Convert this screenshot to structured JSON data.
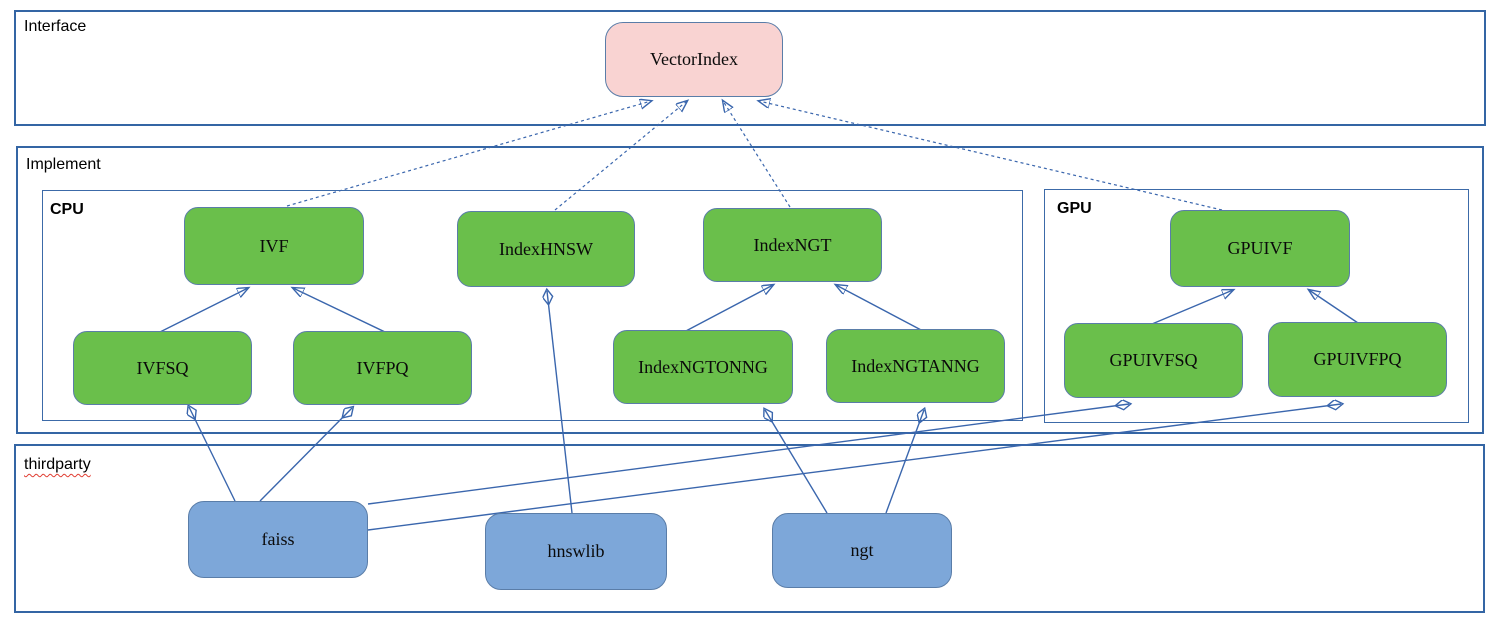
{
  "containers": {
    "interface": {
      "label": "Interface"
    },
    "implement": {
      "label": "Implement"
    },
    "cpu": {
      "label": "CPU"
    },
    "gpu": {
      "label": "GPU"
    },
    "thirdparty": {
      "label": "thirdparty"
    }
  },
  "nodes": {
    "vectorindex": {
      "label": "VectorIndex",
      "group": "interface",
      "fill": "#f9d3d2"
    },
    "ivf": {
      "label": "IVF",
      "group": "cpu",
      "fill": "#6abf4b"
    },
    "indexhnsw": {
      "label": "IndexHNSW",
      "group": "cpu",
      "fill": "#6abf4b"
    },
    "indexngt": {
      "label": "IndexNGT",
      "group": "cpu",
      "fill": "#6abf4b"
    },
    "ivfsq": {
      "label": "IVFSQ",
      "group": "cpu",
      "fill": "#6abf4b"
    },
    "ivfpq": {
      "label": "IVFPQ",
      "group": "cpu",
      "fill": "#6abf4b"
    },
    "indexngtonng": {
      "label": "IndexNGTONNG",
      "group": "cpu",
      "fill": "#6abf4b"
    },
    "indexngtanng": {
      "label": "IndexNGTANNG",
      "group": "cpu",
      "fill": "#6abf4b"
    },
    "gpuivf": {
      "label": "GPUIVF",
      "group": "gpu",
      "fill": "#6abf4b"
    },
    "gpuivfsq": {
      "label": "GPUIVFSQ",
      "group": "gpu",
      "fill": "#6abf4b"
    },
    "gpuivfpq": {
      "label": "GPUIVFPQ",
      "group": "gpu",
      "fill": "#6abf4b"
    },
    "faiss": {
      "label": "faiss",
      "group": "thirdparty",
      "fill": "#7da7d9"
    },
    "hnswlib": {
      "label": "hnswlib",
      "group": "thirdparty",
      "fill": "#7da7d9"
    },
    "ngt": {
      "label": "ngt",
      "group": "thirdparty",
      "fill": "#7da7d9"
    }
  },
  "relationships": [
    {
      "from": "IVF",
      "to": "VectorIndex",
      "type": "inherits",
      "line": "dashed",
      "marker": "hollow-triangle"
    },
    {
      "from": "IndexHNSW",
      "to": "VectorIndex",
      "type": "inherits",
      "line": "dashed",
      "marker": "hollow-triangle"
    },
    {
      "from": "IndexNGT",
      "to": "VectorIndex",
      "type": "inherits",
      "line": "dashed",
      "marker": "hollow-triangle"
    },
    {
      "from": "GPUIVF",
      "to": "VectorIndex",
      "type": "inherits",
      "line": "dashed",
      "marker": "hollow-triangle"
    },
    {
      "from": "IVFSQ",
      "to": "IVF",
      "type": "inherits",
      "line": "solid",
      "marker": "hollow-triangle"
    },
    {
      "from": "IVFPQ",
      "to": "IVF",
      "type": "inherits",
      "line": "solid",
      "marker": "hollow-triangle"
    },
    {
      "from": "IndexNGTONNG",
      "to": "IndexNGT",
      "type": "inherits",
      "line": "solid",
      "marker": "hollow-triangle"
    },
    {
      "from": "IndexNGTANNG",
      "to": "IndexNGT",
      "type": "inherits",
      "line": "solid",
      "marker": "hollow-triangle"
    },
    {
      "from": "GPUIVFSQ",
      "to": "GPUIVF",
      "type": "inherits",
      "line": "solid",
      "marker": "hollow-triangle"
    },
    {
      "from": "GPUIVFPQ",
      "to": "GPUIVF",
      "type": "inherits",
      "line": "solid",
      "marker": "hollow-triangle"
    },
    {
      "from": "faiss",
      "to": "IVFSQ",
      "type": "composition",
      "line": "solid",
      "marker": "filled-diamond"
    },
    {
      "from": "faiss",
      "to": "IVFPQ",
      "type": "composition",
      "line": "solid",
      "marker": "filled-diamond"
    },
    {
      "from": "faiss",
      "to": "GPUIVFSQ",
      "type": "composition",
      "line": "solid",
      "marker": "filled-diamond"
    },
    {
      "from": "faiss",
      "to": "GPUIVFPQ",
      "type": "composition",
      "line": "solid",
      "marker": "filled-diamond"
    },
    {
      "from": "hnswlib",
      "to": "IndexHNSW",
      "type": "composition",
      "line": "solid",
      "marker": "filled-diamond"
    },
    {
      "from": "ngt",
      "to": "IndexNGTONNG",
      "type": "composition",
      "line": "solid",
      "marker": "filled-diamond"
    },
    {
      "from": "ngt",
      "to": "IndexNGTANNG",
      "type": "composition",
      "line": "solid",
      "marker": "filled-diamond"
    }
  ],
  "colors": {
    "node_green": "#6abf4b",
    "node_blue": "#7da7d9",
    "node_pink": "#f9d3d2",
    "node_border": "#5a7da8",
    "container_border": "#3465a4",
    "edge_line": "#3a66ad",
    "diamond_fill": "#2f5b9e",
    "spellcheck_squiggle": "#e03c31",
    "text": "#000000",
    "background": "#ffffff"
  }
}
